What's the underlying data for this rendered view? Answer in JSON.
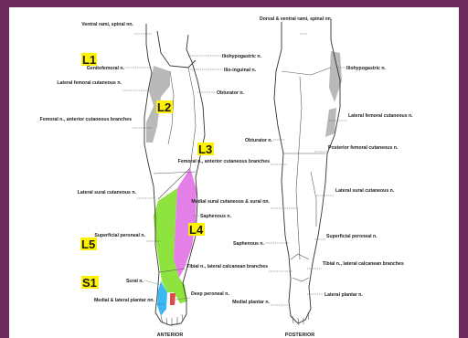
{
  "colors": {
    "frame": "#6e2a5d",
    "l1_zone": "#b9b9b9",
    "l3_zone": "#b9b9b9",
    "l4_zone": "#e57fe8",
    "l5_zone": "#8fe33f",
    "s1_zone": "#3bb7f2",
    "deep_peroneal_zone": "#e04a4a",
    "level_highlight": "#fff200"
  },
  "levels": [
    "L1",
    "L2",
    "L3",
    "L4",
    "L5",
    "S1"
  ],
  "anterior": {
    "caption": "ANTERIOR",
    "labels": {
      "ventral_rami": "Ventral rami, spinal nn.",
      "genitofemoral": "Genitofemoral n.",
      "lateral_femoral": "Lateral femoral cutaneous n.",
      "femoral_anterior": "Femoral n., anterior cutaneous branches",
      "lateral_sural": "Lateral sural cutaneous n.",
      "superficial_peroneal": "Superficial peroneal n.",
      "sural": "Sural n.",
      "medial_lateral_plantar": "Medial & lateral plantar nn.",
      "iliohypogastric": "Iliohypogastric n.",
      "ilioinguinal": "Ilio-inguinal n.",
      "obturator": "Obturator n.",
      "saphenous": "Saphenous n.",
      "deep_peroneal": "Deep peroneal n."
    }
  },
  "posterior": {
    "caption": "POSTERIOR",
    "labels": {
      "dorsal_ventral_rami": "Dorsal & ventral rami, spinal nn.",
      "iliohypogastric": "Iliohypogastric n.",
      "lateral_femoral": "Lateral femoral cutaneous n.",
      "posterior_femoral": "Posterior femoral cutaneous n.",
      "obturator": "Obturator n.",
      "femoral_anterior": "Femoral n., anterior cutaneous branches",
      "lateral_sural": "Lateral sural cutaneous n.",
      "medial_sural": "Medial sural cutaneous & sural nn.",
      "saphenous": "Saphenous n.",
      "superficial_peroneal": "Superficial peroneal n.",
      "tibial_calcanean": "Tibial n., lateral calcanean branches",
      "lateral_plantar": "Lateral plantar n.",
      "medial_plantar": "Medial plantar n."
    }
  }
}
